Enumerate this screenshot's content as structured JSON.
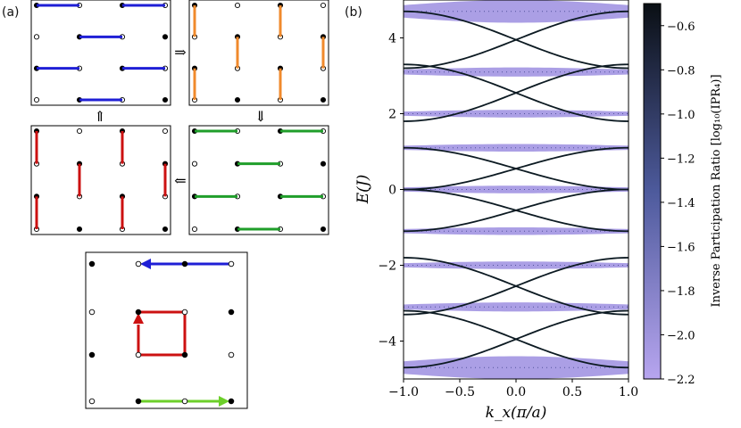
{
  "panel_labels": {
    "a": "(a)",
    "b": "(b)"
  },
  "arrows": {
    "right": "⇒",
    "down": "⇓",
    "left": "⇐",
    "up": "⇑"
  },
  "colors": {
    "blue": "#1f1fd6",
    "orange": "#f08a2c",
    "green": "#1f9e2a",
    "red": "#cc1111",
    "light_green": "#6ccf2a",
    "cmap_low": "#b7a5ef",
    "cmap_mid": "#4d5a9c",
    "cmap_high": "#0a0f14",
    "band_fill": "#9c8ee0",
    "dispersion_line": "#0c1a22"
  },
  "panel_a": {
    "dimer_steps": [
      {
        "color_key": "blue",
        "orientation": "horizontal",
        "order": 1
      },
      {
        "color_key": "orange",
        "orientation": "vertical",
        "order": 2
      },
      {
        "color_key": "green",
        "orientation": "horizontal",
        "order": 3
      },
      {
        "color_key": "red",
        "orientation": "vertical",
        "order": 4
      }
    ],
    "loop_colors": [
      "blue",
      "red",
      "light_green"
    ]
  },
  "chart_data": {
    "type": "heatmap",
    "title": "",
    "xlabel": "k_x(π/a)",
    "ylabel": "E(J)",
    "xlim": [
      -1.0,
      1.0
    ],
    "ylim": [
      -5.0,
      5.0
    ],
    "xticks": [
      -1.0,
      -0.5,
      0.0,
      0.5,
      1.0
    ],
    "xtick_labels": [
      "−1.0",
      "−0.5",
      "0.0",
      "0.5",
      "1.0"
    ],
    "yticks": [
      -4,
      -2,
      0,
      2,
      4
    ],
    "ytick_labels": [
      "−4",
      "−2",
      "0",
      "2",
      "4"
    ],
    "flat_bands": [
      {
        "energy": -4.7,
        "width": 0.3
      },
      {
        "energy": -3.1,
        "width": 0.12
      },
      {
        "energy": -2.0,
        "width": 0.1
      },
      {
        "energy": -1.1,
        "width": 0.1
      },
      {
        "energy": 0.0,
        "width": 0.1
      },
      {
        "energy": 1.1,
        "width": 0.1
      },
      {
        "energy": 2.0,
        "width": 0.1
      },
      {
        "energy": 3.1,
        "width": 0.12
      },
      {
        "energy": 4.7,
        "width": 0.3
      }
    ],
    "dispersive_crossings": [
      {
        "center": -3.95,
        "amplitude": 0.75
      },
      {
        "center": -2.55,
        "amplitude": 0.75
      },
      {
        "center": -0.55,
        "amplitude": 0.55
      },
      {
        "center": 0.55,
        "amplitude": 0.55
      },
      {
        "center": 2.55,
        "amplitude": 0.75
      },
      {
        "center": 3.95,
        "amplitude": 0.75
      }
    ],
    "colorbar": {
      "label": "Inverse Participation Ratio [log₁₀(IPR₄)]",
      "range": [
        -2.2,
        -0.5
      ],
      "ticks": [
        -0.6,
        -0.8,
        -1.0,
        -1.2,
        -1.4,
        -1.6,
        -1.8,
        -2.0,
        -2.2
      ],
      "tick_labels": [
        "−0.6",
        "−0.8",
        "−1.0",
        "−1.2",
        "−1.4",
        "−1.6",
        "−1.8",
        "−2.0",
        "−2.2"
      ]
    }
  }
}
